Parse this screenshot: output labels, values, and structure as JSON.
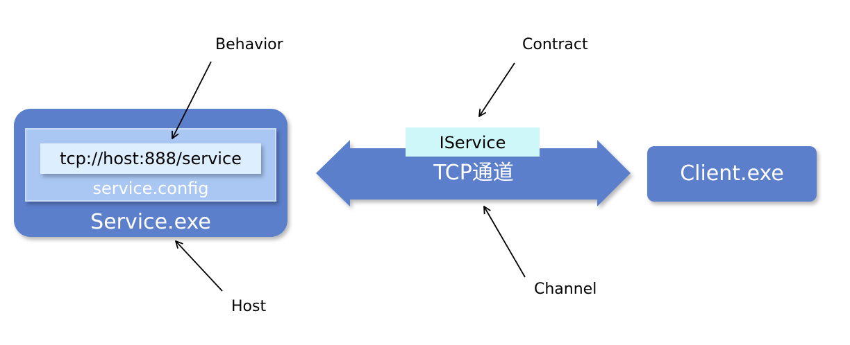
{
  "labels": {
    "behavior": "Behavior",
    "contract": "Contract",
    "host": "Host",
    "channel": "Channel"
  },
  "service": {
    "title": "Service.exe",
    "config_label": "service.config",
    "endpoint": "tcp://host:888/service"
  },
  "channel": {
    "label": "TCP通道",
    "contract_tag": "IService"
  },
  "client": {
    "title": "Client.exe"
  },
  "colors": {
    "blue": "#5b7fcc",
    "light_blue": "#a9c7f2",
    "pale_blue": "#ddeeff",
    "cyan": "#cdf7f9"
  }
}
